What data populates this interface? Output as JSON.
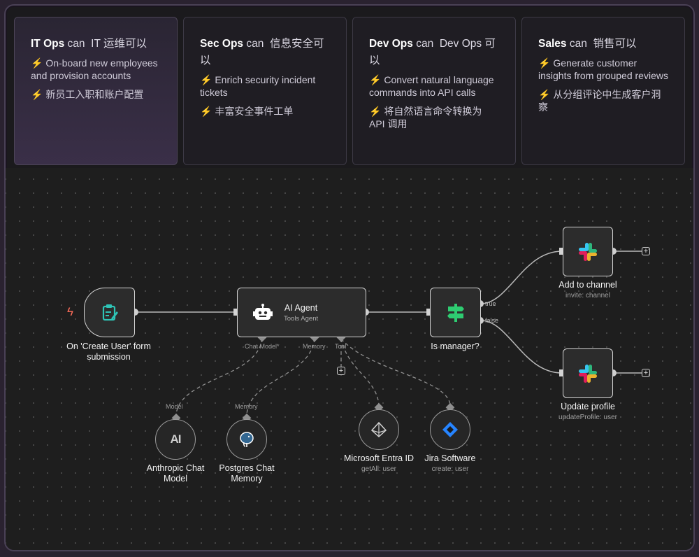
{
  "cards": [
    {
      "team": "IT Ops",
      "can": "can",
      "zh": "IT 运维可以",
      "items": [
        "On-board new employees and provision accounts",
        "新员工入职和账户配置"
      ]
    },
    {
      "team": "Sec Ops",
      "can": "can",
      "zh": "信息安全可以",
      "items": [
        "Enrich security incident tickets",
        "丰富安全事件工单"
      ]
    },
    {
      "team": "Dev Ops",
      "can": "can",
      "zh": "Dev Ops 可以",
      "items": [
        "Convert natural language commands into API calls",
        "将自然语言命令转换为 API 调用"
      ]
    },
    {
      "team": "Sales",
      "can": "can",
      "zh": "销售可以",
      "items": [
        "Generate customer insights from grouped reviews",
        "从分组评论中生成客户洞察"
      ]
    }
  ],
  "workflow": {
    "trigger": {
      "label": "On 'Create User' form submission"
    },
    "agent": {
      "title": "AI Agent",
      "subtitle": "Tools Agent",
      "ports": {
        "chat_model": "Chat Model*",
        "memory": "Memory",
        "tool": "Tool"
      }
    },
    "if_node": {
      "label": "Is manager?",
      "true_label": "true",
      "false_label": "false"
    },
    "add_channel": {
      "label": "Add to channel",
      "sub": "invite: channel"
    },
    "update_profile": {
      "label": "Update profile",
      "sub": "updateProfile: user"
    },
    "anthropic": {
      "label": "Anthropic Chat Model",
      "port": "Model",
      "glyph": "AI"
    },
    "postgres": {
      "label": "Postgres Chat Memory",
      "port": "Memory"
    },
    "entra": {
      "label": "Microsoft Entra ID",
      "sub": "getAll: user"
    },
    "jira": {
      "label": "Jira Software",
      "sub": "create: user"
    },
    "plus": "+"
  },
  "colors": {
    "accent_bolt": "#f5c518",
    "trigger_icon": "#ff6d5a",
    "form_icon": "#2ec4b6",
    "if_icon": "#2ecc71",
    "jira": "#2684ff"
  }
}
